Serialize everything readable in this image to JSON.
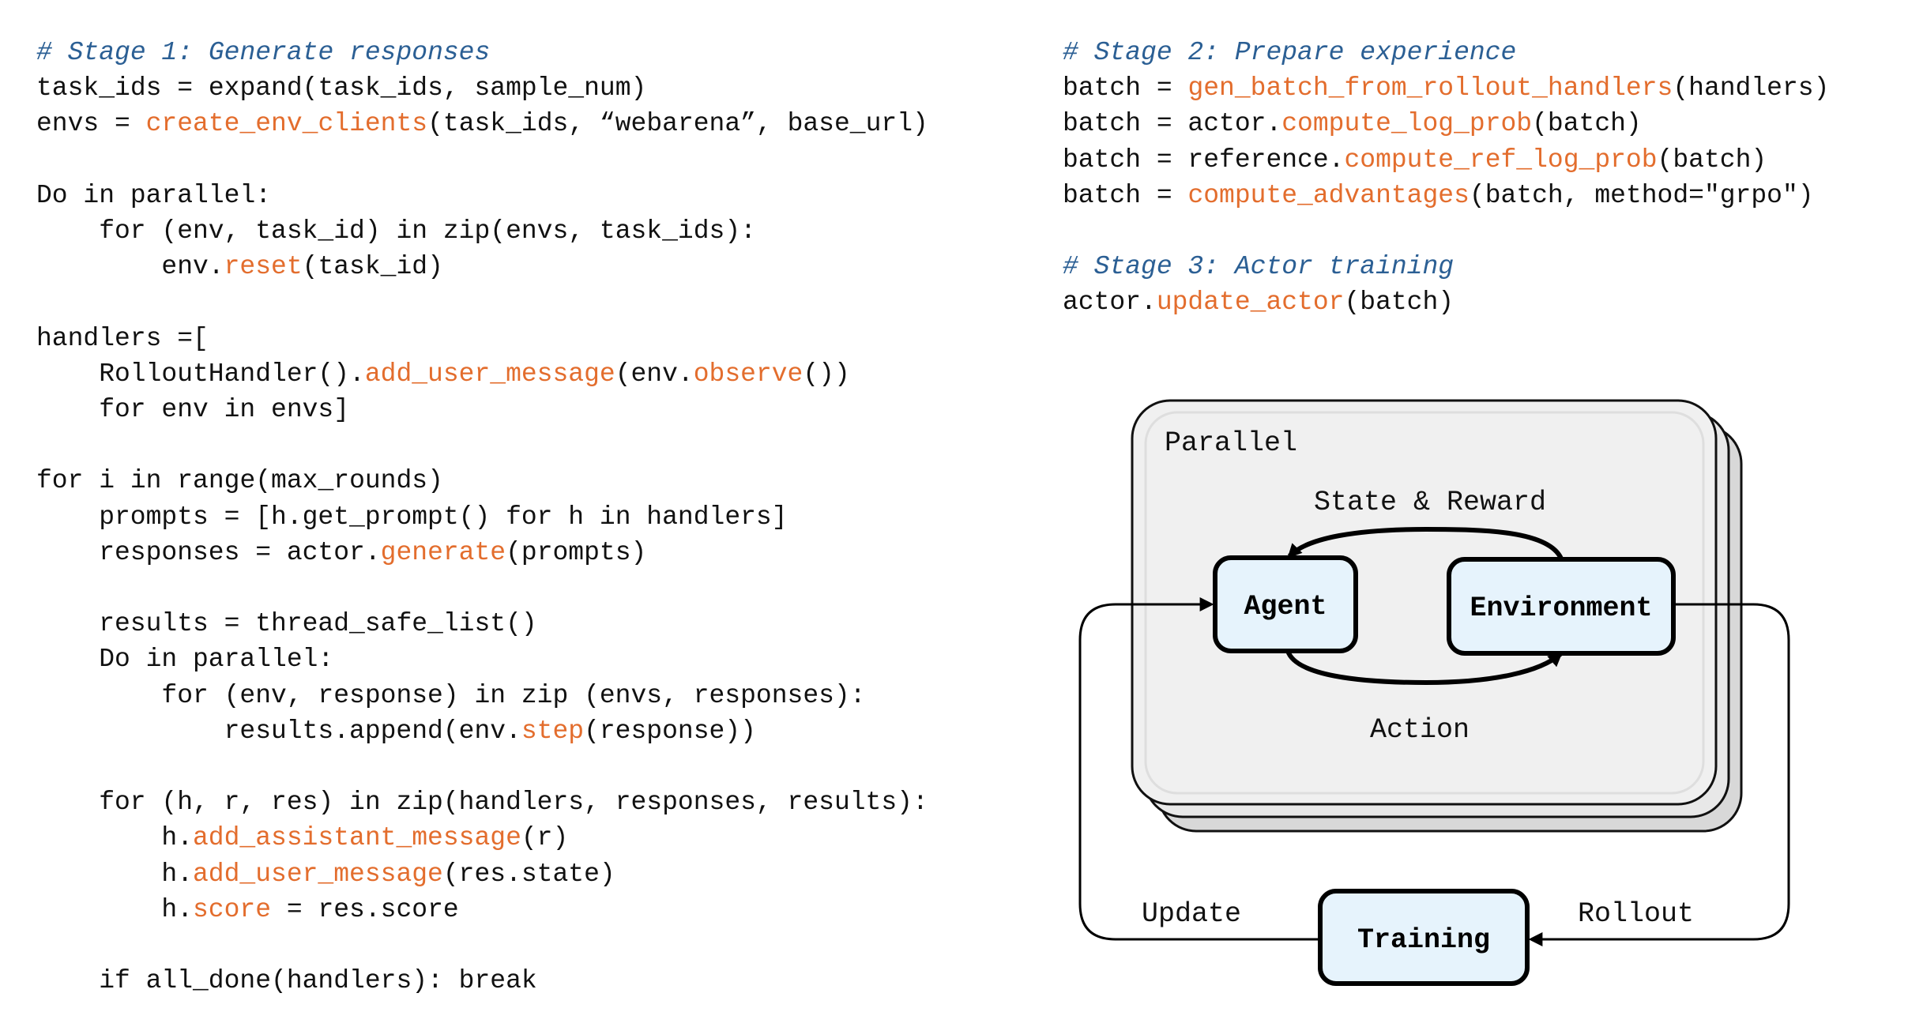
{
  "colors": {
    "function": "#e36d2d",
    "comment": "#2b5f94",
    "text": "#111111",
    "node_fill": "#e6f3fc",
    "parallel_fill": "#f0f0f0"
  },
  "left_code": [
    {
      "indent": 0,
      "segments": [
        {
          "t": "# Stage 1: Generate responses",
          "c": "m"
        }
      ]
    },
    {
      "indent": 0,
      "segments": [
        {
          "t": "task_ids = expand(task_ids, sample_num)",
          "c": "n"
        }
      ]
    },
    {
      "indent": 0,
      "segments": [
        {
          "t": "envs = ",
          "c": "n"
        },
        {
          "t": "create_env_clients",
          "c": "f"
        },
        {
          "t": "(task_ids, “webarena”, base_url)",
          "c": "n"
        }
      ]
    },
    {
      "indent": 0,
      "segments": []
    },
    {
      "indent": 0,
      "segments": [
        {
          "t": "Do in parallel:",
          "c": "n"
        }
      ]
    },
    {
      "indent": 1,
      "segments": [
        {
          "t": "for (env, task_id) in zip(envs, task_ids):",
          "c": "n"
        }
      ]
    },
    {
      "indent": 2,
      "segments": [
        {
          "t": "env.",
          "c": "n"
        },
        {
          "t": "reset",
          "c": "f"
        },
        {
          "t": "(task_id)",
          "c": "n"
        }
      ]
    },
    {
      "indent": 0,
      "segments": []
    },
    {
      "indent": 0,
      "segments": [
        {
          "t": "handlers =[",
          "c": "n"
        }
      ]
    },
    {
      "indent": 1,
      "segments": [
        {
          "t": "RolloutHandler().",
          "c": "n"
        },
        {
          "t": "add_user_message",
          "c": "f"
        },
        {
          "t": "(env.",
          "c": "n"
        },
        {
          "t": "observe",
          "c": "f"
        },
        {
          "t": "())",
          "c": "n"
        }
      ]
    },
    {
      "indent": 1,
      "segments": [
        {
          "t": "for env in envs]",
          "c": "n"
        }
      ]
    },
    {
      "indent": 0,
      "segments": []
    },
    {
      "indent": 0,
      "segments": [
        {
          "t": "for i in range(max_rounds)",
          "c": "n"
        }
      ]
    },
    {
      "indent": 1,
      "segments": [
        {
          "t": "prompts = [h.get_prompt() for h in handlers]",
          "c": "n"
        }
      ]
    },
    {
      "indent": 1,
      "segments": [
        {
          "t": "responses = actor.",
          "c": "n"
        },
        {
          "t": "generate",
          "c": "f"
        },
        {
          "t": "(prompts)",
          "c": "n"
        }
      ]
    },
    {
      "indent": 0,
      "segments": []
    },
    {
      "indent": 1,
      "segments": [
        {
          "t": "results = thread_safe_list()",
          "c": "n"
        }
      ]
    },
    {
      "indent": 1,
      "segments": [
        {
          "t": "Do in parallel:",
          "c": "n"
        }
      ]
    },
    {
      "indent": 2,
      "segments": [
        {
          "t": "for (env, response) in zip (envs, responses):",
          "c": "n"
        }
      ]
    },
    {
      "indent": 3,
      "segments": [
        {
          "t": "results.append(env.",
          "c": "n"
        },
        {
          "t": "step",
          "c": "f"
        },
        {
          "t": "(response))",
          "c": "n"
        }
      ]
    },
    {
      "indent": 0,
      "segments": []
    },
    {
      "indent": 1,
      "segments": [
        {
          "t": "for (h, r, res) in zip(handlers, responses, results):",
          "c": "n"
        }
      ]
    },
    {
      "indent": 2,
      "segments": [
        {
          "t": "h.",
          "c": "n"
        },
        {
          "t": "add_assistant_message",
          "c": "f"
        },
        {
          "t": "(r)",
          "c": "n"
        }
      ]
    },
    {
      "indent": 2,
      "segments": [
        {
          "t": "h.",
          "c": "n"
        },
        {
          "t": "add_user_message",
          "c": "f"
        },
        {
          "t": "(res.state)",
          "c": "n"
        }
      ]
    },
    {
      "indent": 2,
      "segments": [
        {
          "t": "h.",
          "c": "n"
        },
        {
          "t": "score",
          "c": "f"
        },
        {
          "t": " = res.score",
          "c": "n"
        }
      ]
    },
    {
      "indent": 0,
      "segments": []
    },
    {
      "indent": 1,
      "segments": [
        {
          "t": "if all_done(handlers): break",
          "c": "n"
        }
      ]
    }
  ],
  "right_code": [
    {
      "indent": 0,
      "segments": [
        {
          "t": "# Stage 2: Prepare experience",
          "c": "m"
        }
      ]
    },
    {
      "indent": 0,
      "segments": [
        {
          "t": "batch = ",
          "c": "n"
        },
        {
          "t": "gen_batch_from_rollout_handlers",
          "c": "f"
        },
        {
          "t": "(handlers)",
          "c": "n"
        }
      ]
    },
    {
      "indent": 0,
      "segments": [
        {
          "t": "batch = actor.",
          "c": "n"
        },
        {
          "t": "compute_log_prob",
          "c": "f"
        },
        {
          "t": "(batch)",
          "c": "n"
        }
      ]
    },
    {
      "indent": 0,
      "segments": [
        {
          "t": "batch = reference.",
          "c": "n"
        },
        {
          "t": "compute_ref_log_prob",
          "c": "f"
        },
        {
          "t": "(batch)",
          "c": "n"
        }
      ]
    },
    {
      "indent": 0,
      "segments": [
        {
          "t": "batch = ",
          "c": "n"
        },
        {
          "t": "compute_advantages",
          "c": "f"
        },
        {
          "t": "(batch, method=\"grpo\")",
          "c": "n"
        }
      ]
    },
    {
      "indent": 0,
      "segments": []
    },
    {
      "indent": 0,
      "segments": [
        {
          "t": "# Stage 3: Actor training",
          "c": "m"
        }
      ]
    },
    {
      "indent": 0,
      "segments": [
        {
          "t": "actor.",
          "c": "n"
        },
        {
          "t": "update_actor",
          "c": "f"
        },
        {
          "t": "(batch)",
          "c": "n"
        }
      ]
    }
  ],
  "diagram": {
    "container_label": "Parallel",
    "nodes": {
      "agent": "Agent",
      "environment": "Environment",
      "training": "Training"
    },
    "edges": {
      "state_reward": "State & Reward",
      "action": "Action",
      "update": "Update",
      "rollout": "Rollout"
    }
  }
}
